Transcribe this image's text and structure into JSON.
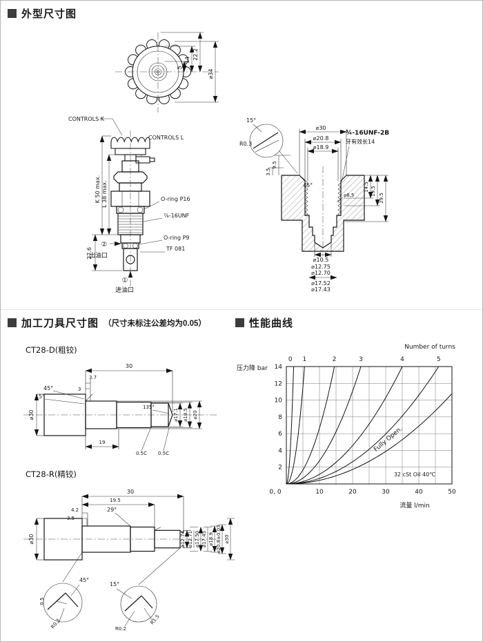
{
  "page": {
    "section1_title": "外型尺寸图",
    "section2_title": "加工刀具尺寸图",
    "section2_note": "（尺寸未标注公差均为0.05）",
    "section3_title": "性能曲线"
  },
  "knob_view": {
    "dim_5": "5",
    "dim_14": "14",
    "dim_22_2": "22.2",
    "dim_d34": "⌀34"
  },
  "valve_view": {
    "controls_k": "CONTROLS K",
    "controls_l": "CONTROLS L",
    "k_max": "K 50 max.",
    "l_max": "L 38 max.",
    "oring_p16": "O-ring P16",
    "thread": "⅞-16UNF",
    "oring_p9": "O-ring P9",
    "cavity_code": "TF 081",
    "dim_27_6": "27.6",
    "port2_symbol": "②",
    "port2_label": "出油口",
    "port1_symbol": "①",
    "port1_label": "进油口"
  },
  "cavity_view": {
    "angle_15": "15°",
    "radius_r03": "R0.3",
    "dim_d30": "⌀30",
    "dim_d20_8": "⌀20.8",
    "dim_d18_9": "⌀18.9",
    "thread": "¾-16UNF-2B",
    "thread_note": "牙有效长14",
    "dim_9_5": "9.5",
    "dim_3_5": "3.5",
    "angle_45": "45°",
    "dim_14_5": "14.5",
    "dim_19_5": "19.5",
    "dim_29_5": "29.5",
    "dim_d8_5": "⌀8.5",
    "dim_d10_5": "⌀10.5",
    "dim_d12_75": "⌀12.75",
    "dim_d12_70": "⌀12.70",
    "dim_d17_52": "⌀17.52",
    "dim_d17_43": "⌀17.43"
  },
  "tool_coarse": {
    "title": "CT28-D(粗铰)",
    "dim_30": "30",
    "dim_3_7": "3.7",
    "dim_3": "3",
    "angle_45": "45°",
    "angle_15": "15°",
    "angle_135": "135°",
    "dim_d30": "⌀30",
    "dim_d17_1": "⌀17.1",
    "dim_d18_5": "⌀18.5",
    "dim_d20": "⌀20",
    "dim_19": "19",
    "chamfer_a": "0.5C",
    "chamfer_b": "0.5C"
  },
  "tool_fine": {
    "title": "CT28-R(精铰)",
    "dim_30": "30",
    "dim_19_5": "19.5",
    "dim_4_2": "4.2",
    "dim_3_5": "3.5",
    "angle_29": "29°",
    "dim_d30_shank": "⌀30",
    "dim_d12_74": "⌀12.74",
    "dim_d12_71": "⌀12.71",
    "dim_d17_50": "⌀17.50",
    "dim_d17_45": "⌀17.45",
    "dim_d18_9": "⌀18.9",
    "dim_d20_8": "⌀20.8±0.03",
    "dim_d30_right": "⌀30",
    "detail_left": {
      "angle_45": "45°",
      "dim_0_5": "0.5",
      "radius_r03": "R0.3"
    },
    "detail_right": {
      "angle_15": "15°",
      "radius_r1_5": "R1.5",
      "radius_r0_2": "R0.2"
    }
  },
  "chart_data": {
    "type": "line",
    "top_axis_label": "Number of turns",
    "ylabel": "压力降 bar",
    "xlabel": "流量 l/min",
    "origin_label": "0, 0",
    "annotation": "32 cSt Oil 40℃",
    "fully_open_label": "Fully Open.",
    "xlim": [
      0,
      50
    ],
    "ylim": [
      0,
      14
    ],
    "x_grid_step": 5,
    "y_grid_step": 2,
    "x_tick_labels": [
      10,
      20,
      30,
      40,
      50
    ],
    "y_tick_labels": [
      2,
      4,
      6,
      8,
      10,
      12,
      14
    ],
    "legend_position": "top-axis",
    "series": [
      {
        "name": "0",
        "label_x": 1.2,
        "flow_at_14bar": 2.2,
        "points": [
          [
            0,
            0
          ],
          [
            1,
            2.9
          ],
          [
            1.6,
            7.4
          ],
          [
            2.2,
            14
          ]
        ]
      },
      {
        "name": "1",
        "label_x": 5.5,
        "flow_at_14bar": 5.5,
        "points": [
          [
            0,
            0
          ],
          [
            2,
            1.9
          ],
          [
            3.5,
            5.7
          ],
          [
            4.5,
            9.4
          ],
          [
            5.5,
            14
          ]
        ]
      },
      {
        "name": "2",
        "label_x": 14.5,
        "flow_at_14bar": 14.5,
        "points": [
          [
            0,
            0
          ],
          [
            5,
            1.7
          ],
          [
            10,
            6.7
          ],
          [
            12.5,
            10.4
          ],
          [
            14.5,
            14
          ]
        ]
      },
      {
        "name": "3",
        "label_x": 22.5,
        "flow_at_14bar": 22.5,
        "points": [
          [
            0,
            0
          ],
          [
            8,
            1.8
          ],
          [
            14,
            5.4
          ],
          [
            19,
            10
          ],
          [
            22.5,
            14
          ]
        ]
      },
      {
        "name": "4",
        "label_x": 35,
        "flow_at_14bar": 35,
        "points": [
          [
            0,
            0
          ],
          [
            10,
            1.1
          ],
          [
            20,
            4.6
          ],
          [
            28,
            9
          ],
          [
            35,
            14
          ]
        ]
      },
      {
        "name": "5",
        "label_x": 46,
        "flow_at_14bar": 46,
        "points": [
          [
            0,
            0
          ],
          [
            15,
            1.5
          ],
          [
            25,
            4.1
          ],
          [
            35,
            8.1
          ],
          [
            46,
            14
          ]
        ]
      },
      {
        "name": "Fully Open",
        "label_x": null,
        "flow_at_14bar": 57,
        "points": [
          [
            0,
            0
          ],
          [
            15,
            1.1
          ],
          [
            25,
            2.7
          ],
          [
            35,
            5.3
          ],
          [
            45,
            8.7
          ],
          [
            50,
            10.8
          ]
        ]
      }
    ]
  }
}
